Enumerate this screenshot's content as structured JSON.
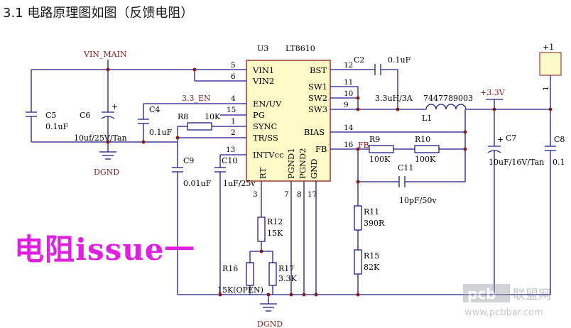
{
  "heading": "3.1 电路原理图如图（反馈电阻）",
  "stamp_text": "电阻issue一",
  "watermark": {
    "brand": "pcb",
    "cn": "联盟网",
    "url": "www.pcbbar.com"
  },
  "ic": {
    "ref": "U3",
    "part": "LT8610",
    "left_pins": [
      {
        "num": "5",
        "name": "VIN1"
      },
      {
        "num": "6",
        "name": "VIN2"
      },
      {
        "num": "4",
        "name": "EN/UV"
      },
      {
        "num": "15",
        "name": "PG"
      },
      {
        "num": "1",
        "name": "SYNC"
      },
      {
        "num": "2",
        "name": "TR/SS"
      },
      {
        "num": "13",
        "name": "INTVcc"
      }
    ],
    "right_pins": [
      {
        "num": "12",
        "name": "BST"
      },
      {
        "num": "11",
        "name": "SW1"
      },
      {
        "num": "10",
        "name": "SW2"
      },
      {
        "num": "9",
        "name": "SW3"
      },
      {
        "num": "14",
        "name": "BIAS"
      },
      {
        "num": "16",
        "name": "FB"
      }
    ],
    "bottom_pins": [
      {
        "num": "3",
        "name": "RT"
      },
      {
        "num": "7",
        "name": "PGND1"
      },
      {
        "num": "8",
        "name": "PGND2"
      },
      {
        "num": "17",
        "name": "GND"
      }
    ]
  },
  "nets": {
    "vin": "VIN_MAIN",
    "en": "3.3_EN",
    "vout": "+3.3V",
    "fb": "FB",
    "gnd_left": "DGND",
    "gnd_bottom": "DGND",
    "conn": "+1",
    "conn_pin": "1"
  },
  "components": {
    "C5": {
      "ref": "C5",
      "value": "0.1uF"
    },
    "C6": {
      "ref": "C6",
      "value": "10uf/25V/Tan"
    },
    "C4": {
      "ref": "C4",
      "value": "0.1uF"
    },
    "R8": {
      "ref": "R8",
      "value": "10K"
    },
    "C9": {
      "ref": "C9",
      "value": "0.01uF"
    },
    "C10": {
      "ref": "C10",
      "value": "1uF/25v"
    },
    "C2": {
      "ref": "C2",
      "value": "0.1uF"
    },
    "L1": {
      "ref": "L1",
      "value": "3.3uH/3A",
      "part": "7447789003"
    },
    "R9": {
      "ref": "R9",
      "value": "100K"
    },
    "R10": {
      "ref": "R10",
      "value": "100K"
    },
    "C11": {
      "ref": "C11",
      "value": "10pF/50v"
    },
    "R11": {
      "ref": "R11",
      "value": "390R"
    },
    "R15": {
      "ref": "R15",
      "value": "82K"
    },
    "R12": {
      "ref": "R12",
      "value": "15K"
    },
    "R16": {
      "ref": "R16",
      "value": "15K(OPEN)"
    },
    "R17": {
      "ref": "R17",
      "value": "3.3K"
    },
    "C7": {
      "ref": "C7",
      "value": "10uF/16V/Tan"
    },
    "C8": {
      "ref": "C8",
      "value": "0.1"
    }
  }
}
